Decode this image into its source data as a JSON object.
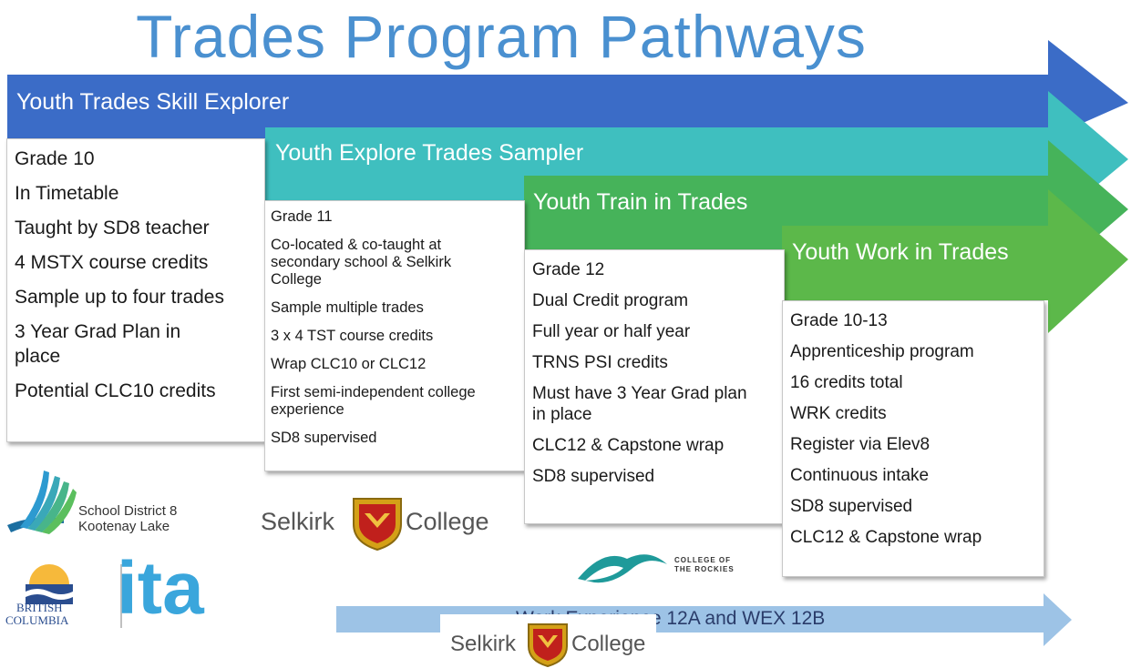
{
  "title": "Trades Program Pathways",
  "colors": {
    "title": "#4a90d0",
    "band1": "#3b6cc7",
    "band2": "#3fbfbf",
    "band3": "#46b35a",
    "band4": "#5cb84a",
    "wex_arrow": "#9dc3e6"
  },
  "pathways": [
    {
      "label": "Youth Trades Skill Explorer",
      "items": [
        "Grade 10",
        "In Timetable",
        "Taught by SD8 teacher",
        "4 MSTX course credits",
        "Sample up to four trades",
        "3 Year Grad Plan in place",
        "Potential CLC10 credits"
      ]
    },
    {
      "label": "Youth Explore Trades Sampler",
      "items": [
        "Grade 11",
        "Co-located & co-taught at secondary school & Selkirk College",
        "Sample multiple trades",
        "3 x 4 TST course credits",
        "Wrap CLC10 or CLC12",
        "First semi-independent college experience",
        "SD8 supervised"
      ]
    },
    {
      "label": "Youth Train in Trades",
      "items": [
        "Grade 12",
        "Dual Credit program",
        "Full year or half year",
        "TRNS PSI credits",
        "Must have 3 Year Grad plan in place",
        "CLC12 & Capstone wrap",
        "SD8 supervised"
      ]
    },
    {
      "label": "Youth Work in Trades",
      "items": [
        "Grade 10-13",
        "Apprenticeship program",
        "16 credits total",
        "WRK credits",
        "Register via Elev8",
        "Continuous intake",
        "SD8 supervised",
        "CLC12 & Capstone wrap"
      ]
    }
  ],
  "wex": {
    "label": "Work Experience 12A and WEX 12B"
  },
  "logos": {
    "sd8_line1": "School District 8",
    "sd8_line2": "Kootenay Lake",
    "selkirk_left": "Selkirk",
    "selkirk_right": "College",
    "cotr_line1": "COLLEGE OF",
    "cotr_line2": "THE ROCKIES",
    "bc_line1": "BRITISH",
    "bc_line2": "COLUMBIA",
    "ita": "ita"
  }
}
